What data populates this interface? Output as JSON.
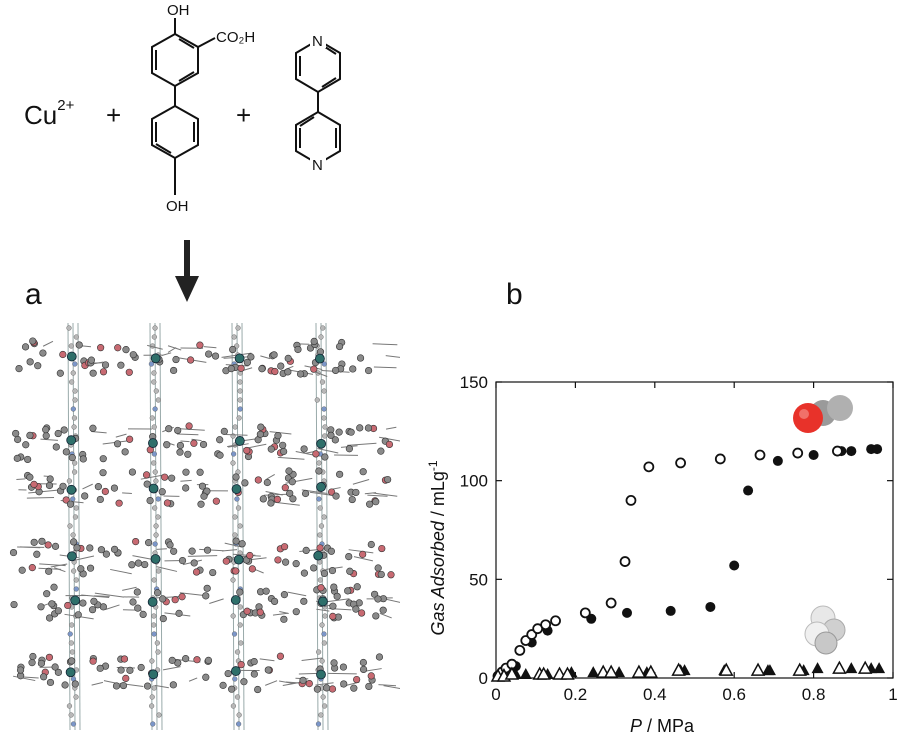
{
  "reaction": {
    "metal": "Cu",
    "metal_charge": "2+",
    "plus": "+",
    "ligand1": {
      "oh_top": "OH",
      "acid": "CO₂H",
      "oh_bottom": "OH"
    },
    "ligand2": {
      "n_top": "N",
      "n_bottom": "N"
    }
  },
  "panels": {
    "a": "a",
    "b": "b"
  },
  "chart_data": {
    "type": "scatter",
    "xlabel_italic": "P",
    "xlabel_rest": " / MPa",
    "ylabel_italic": "Gas Adsorbed",
    "ylabel_rest": " / mLg",
    "ylabel_sup": "-1",
    "xlim": [
      0,
      1
    ],
    "ylim": [
      0,
      150
    ],
    "xticks": [
      0,
      0.2,
      0.4,
      0.6,
      0.8,
      1
    ],
    "xtick_labels": [
      "0",
      "0.2",
      "0.4",
      "0.6",
      "0.8",
      "1"
    ],
    "yticks": [
      0,
      50,
      100,
      150
    ],
    "ytick_labels": [
      "0",
      "50",
      "100",
      "150"
    ],
    "series": [
      {
        "marker": "filled-circle",
        "x": [
          0.005,
          0.015,
          0.03,
          0.05,
          0.09,
          0.13,
          0.24,
          0.33,
          0.44,
          0.54,
          0.6,
          0.635,
          0.71,
          0.8,
          0.87,
          0.895,
          0.945,
          0.96
        ],
        "y": [
          1,
          2,
          4,
          6,
          18,
          24,
          30,
          33,
          34,
          36,
          57,
          95,
          110,
          113,
          115,
          115,
          116,
          116
        ]
      },
      {
        "marker": "open-circle",
        "x": [
          0.005,
          0.015,
          0.025,
          0.04,
          0.06,
          0.075,
          0.09,
          0.105,
          0.125,
          0.15,
          0.225,
          0.29,
          0.325,
          0.34,
          0.385,
          0.465,
          0.565,
          0.665,
          0.76,
          0.86
        ],
        "y": [
          1,
          3,
          5,
          7,
          14,
          19,
          22,
          25,
          27,
          29,
          33,
          38,
          59,
          90,
          107,
          109,
          111,
          113,
          114,
          115
        ]
      },
      {
        "marker": "filled-triangle",
        "x": [
          0.005,
          0.02,
          0.05,
          0.075,
          0.13,
          0.19,
          0.245,
          0.31,
          0.38,
          0.465,
          0.475,
          0.575,
          0.685,
          0.69,
          0.775,
          0.81,
          0.895,
          0.945,
          0.965
        ],
        "y": [
          1,
          2,
          2,
          2,
          2,
          3,
          3,
          3,
          3,
          4,
          4,
          4,
          4,
          4,
          4,
          5,
          5,
          5,
          5
        ]
      },
      {
        "marker": "open-triangle",
        "x": [
          0.005,
          0.02,
          0.04,
          0.11,
          0.12,
          0.16,
          0.18,
          0.27,
          0.29,
          0.36,
          0.39,
          0.46,
          0.58,
          0.66,
          0.765,
          0.865,
          0.93
        ],
        "y": [
          1,
          1,
          2,
          2,
          2,
          2,
          2,
          3,
          3,
          3,
          3,
          4,
          4,
          4,
          4,
          5,
          5
        ]
      }
    ]
  },
  "colors": {
    "ink": "#111111",
    "carbon": "#7a7a7a",
    "oxygen": "#c86a72",
    "nitrogen": "#7b96c8",
    "copper": "#2e6f6a",
    "co2_oxygen": "#e8322a",
    "co2_carbon": "#9a9a9a",
    "methane": "#d9d9d9"
  },
  "icons": [
    "co2-molecule-icon",
    "methane-molecule-icon",
    "down-arrow-icon"
  ]
}
